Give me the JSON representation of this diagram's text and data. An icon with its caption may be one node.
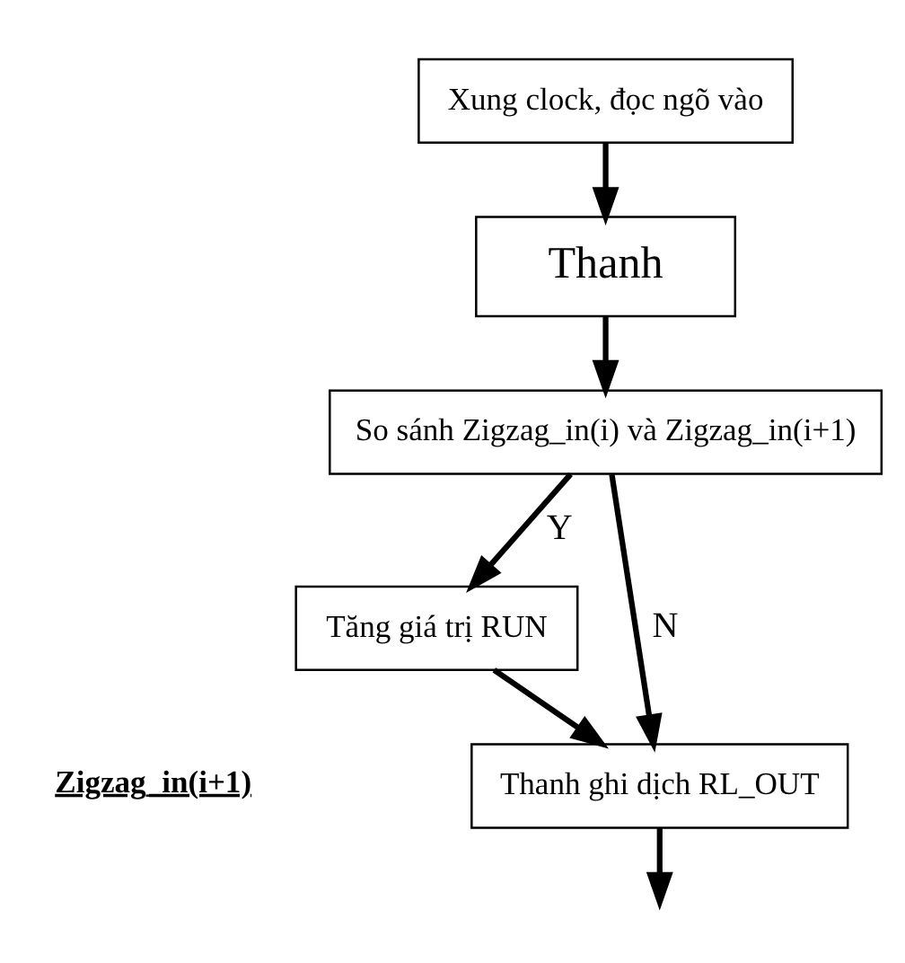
{
  "diagram": {
    "nodes": [
      {
        "text": [
          "Xung clock, đọc ngõ vào"
        ]
      },
      {
        "text": [
          "Thanh"
        ]
      },
      {
        "text": [
          "So sánh Zigzag_in(i) và Zigzag_in(i+1)"
        ]
      },
      {
        "text": [
          "Tăng giá trị RUN"
        ]
      },
      {
        "text": [
          "Thanh ghi dịch RL_OUT"
        ]
      }
    ],
    "edges": [
      {
        "from": 0,
        "to": 1,
        "arrow": "to"
      },
      {
        "from": 1,
        "to": 2,
        "arrow": "to"
      },
      {
        "from": 2,
        "to": 3,
        "arrow": "to",
        "label": "Y"
      },
      {
        "from": 2,
        "to": 4,
        "arrow": "to",
        "label": "N"
      },
      {
        "from": 3,
        "to": 4,
        "arrow": "to"
      },
      {
        "from": 4,
        "to": null,
        "arrow": "to"
      }
    ],
    "labels": [
      "Zigzag_in(i+1)"
    ]
  }
}
